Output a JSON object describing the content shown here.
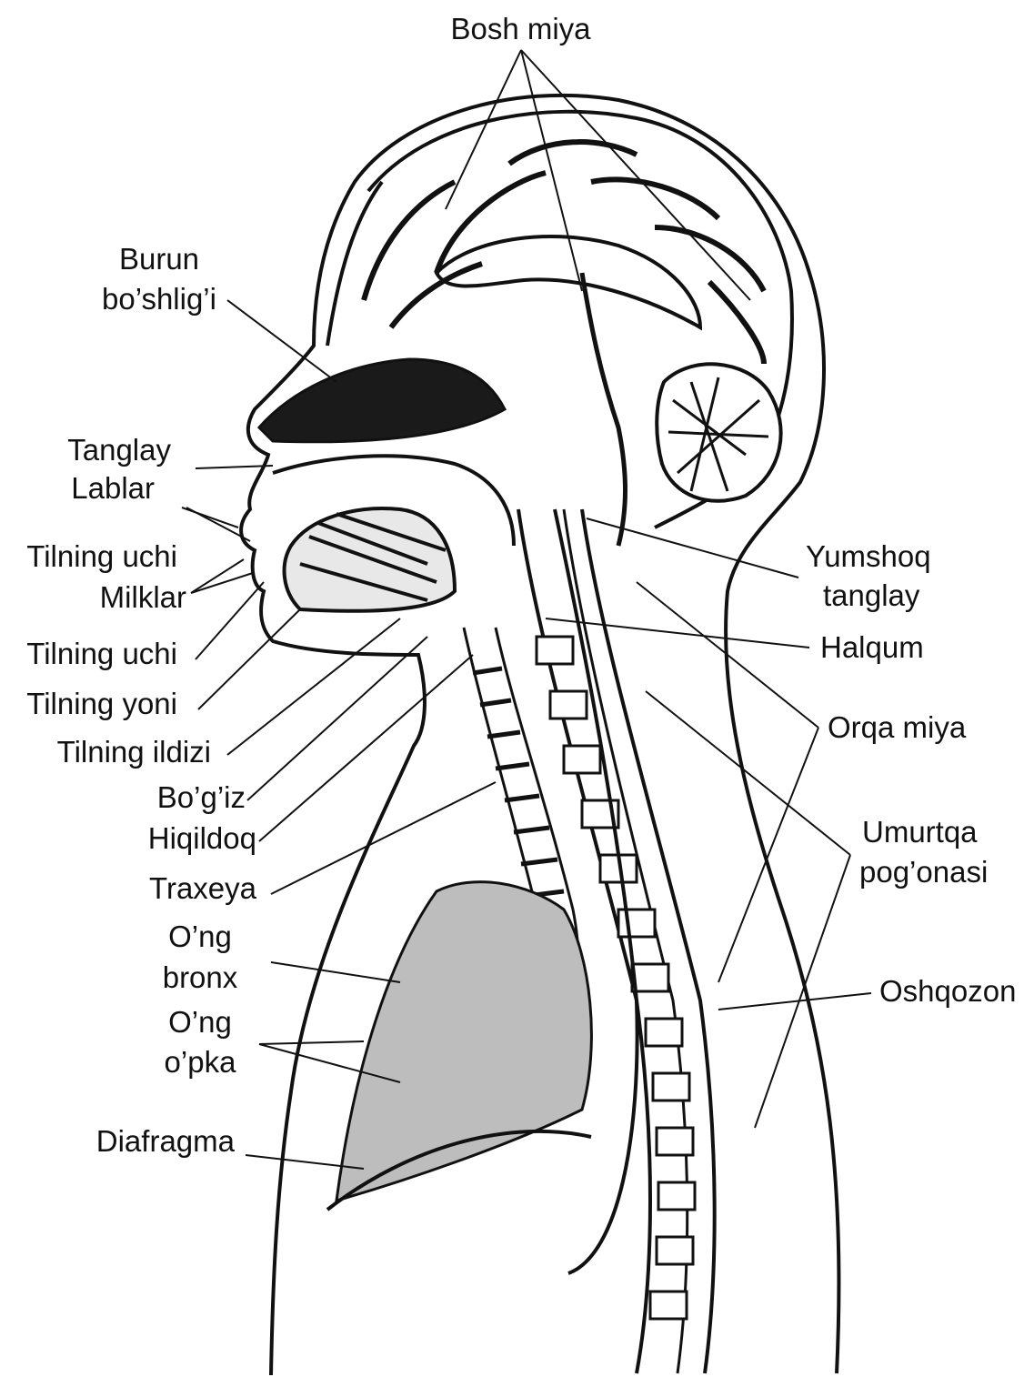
{
  "labels": {
    "bosh_miya": "Bosh miya",
    "burun_line1": "Burun",
    "burun_line2": "bo’shlig’i",
    "tanglay": "Tanglay",
    "lablar": "Lablar",
    "tilning_uchi_1": "Tilning uchi",
    "milklar": "Milklar",
    "tilning_uchi_2": "Tilning uchi",
    "tilning_yoni": "Tilning yoni",
    "tilning_ildizi": "Tilning ildizi",
    "bogiz": "Bo’g’iz",
    "hiqildoq": "Hiqildoq",
    "traxeya": "Traxeya",
    "ong_bronx_line1": "O’ng",
    "ong_bronx_line2": "bronx",
    "ong_opka_line1": "O’ng",
    "ong_opka_line2": "o’pka",
    "diafragma": "Diafragma",
    "yumshoq_line1": "Yumshoq",
    "yumshoq_line2": "tanglay",
    "halqum": "Halqum",
    "orqa_miya": "Orqa miya",
    "umurtqa_line1": "Umurtqa",
    "umurtqa_line2": "pog’onasi",
    "oshqozon": "Oshqozon"
  },
  "colors": {
    "ink": "#111111",
    "background": "#ffffff"
  }
}
